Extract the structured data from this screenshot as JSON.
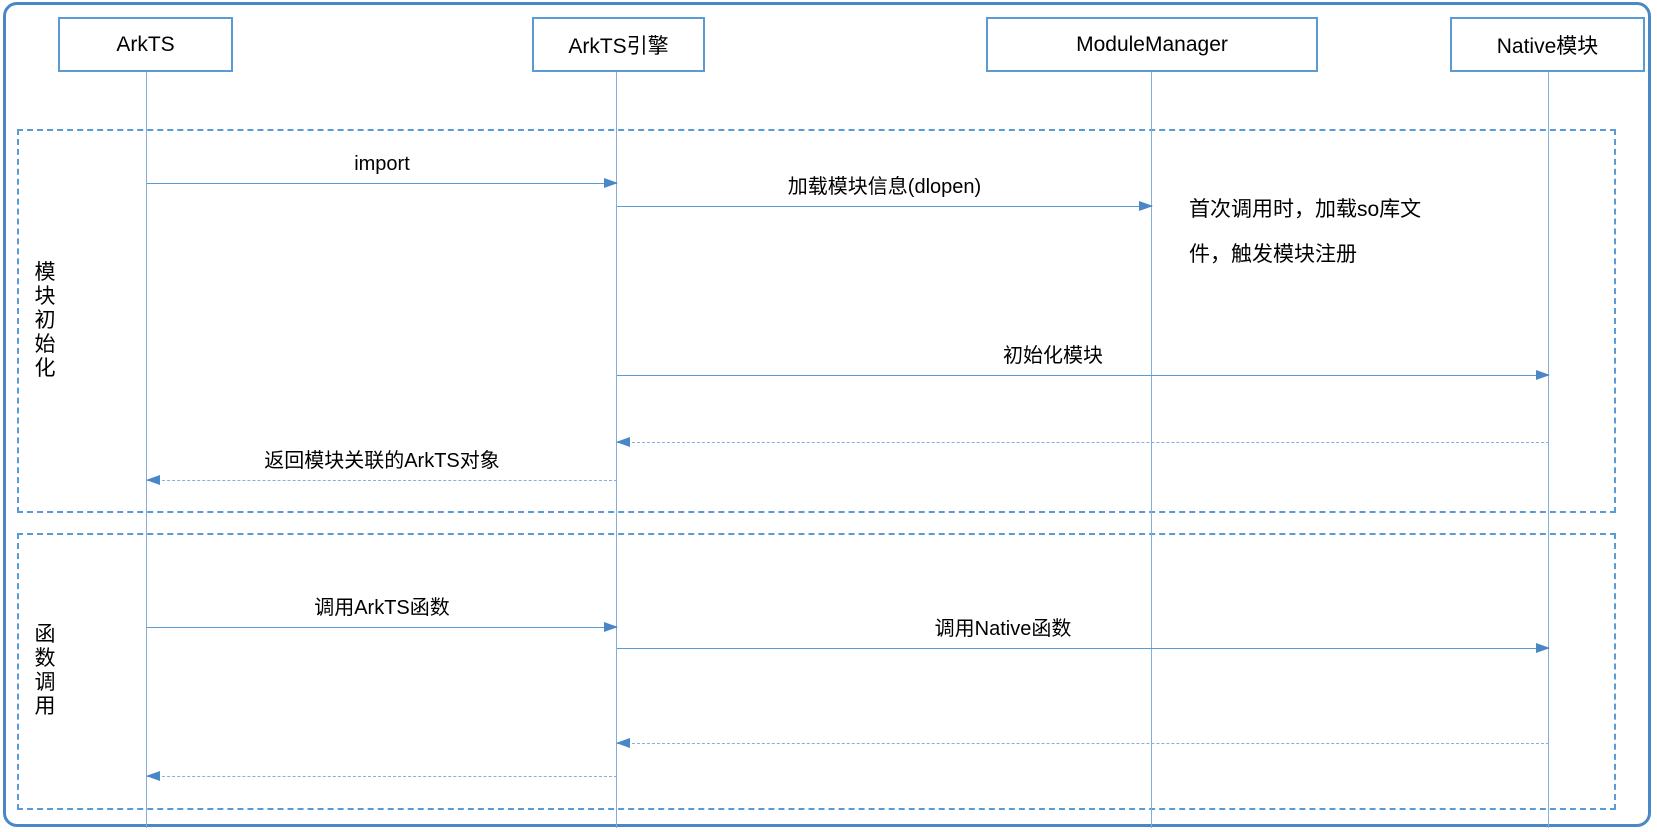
{
  "diagram": {
    "type": "sequence-diagram",
    "actors": [
      {
        "id": "arkts",
        "label": "ArkTS"
      },
      {
        "id": "arkts-engine",
        "label": "ArkTS引擎"
      },
      {
        "id": "modulemanager",
        "label": "ModuleManager"
      },
      {
        "id": "native-module",
        "label": "Native模块"
      }
    ],
    "fragments": [
      {
        "label": "模块初始化"
      },
      {
        "label": "函数调用"
      }
    ],
    "messages": [
      {
        "from": "ArkTS",
        "to": "ArkTS引擎",
        "label": "import",
        "line": "solid"
      },
      {
        "from": "ArkTS引擎",
        "to": "ModuleManager",
        "label": "加载模块信息(dlopen)",
        "line": "solid"
      },
      {
        "from": "ArkTS引擎",
        "to": "Native模块",
        "label": "初始化模块",
        "line": "solid"
      },
      {
        "from": "Native模块",
        "to": "ArkTS引擎",
        "label": "",
        "line": "dashed"
      },
      {
        "from": "ArkTS引擎",
        "to": "ArkTS",
        "label": "返回模块关联的ArkTS对象",
        "line": "dashed"
      },
      {
        "from": "ArkTS",
        "to": "ArkTS引擎",
        "label": "调用ArkTS函数",
        "line": "solid"
      },
      {
        "from": "ArkTS引擎",
        "to": "Native模块",
        "label": "调用Native函数",
        "line": "solid"
      },
      {
        "from": "Native模块",
        "to": "ArkTS引擎",
        "label": "",
        "line": "dashed"
      },
      {
        "from": "ArkTS引擎",
        "to": "ArkTS",
        "label": "",
        "line": "dashed"
      }
    ],
    "note": {
      "text": "首次调用时，加载so库文件，触发模块注册"
    }
  },
  "colors": {
    "frame_border": "#4a87c6",
    "box_border": "#5b9bd5",
    "lifeline": "#85addb",
    "solid_arrow": "#5b9bd5",
    "dashed_arrow": "#86afde",
    "text": "#000000",
    "background": "#ffffff"
  }
}
